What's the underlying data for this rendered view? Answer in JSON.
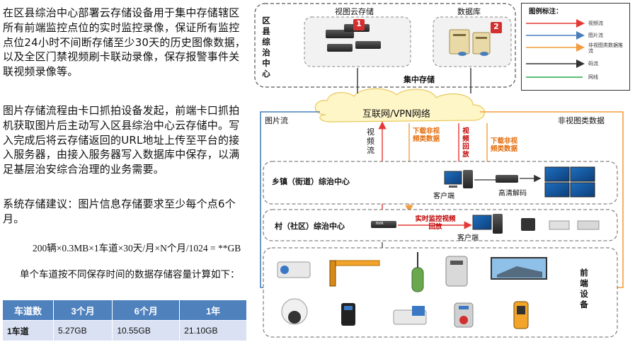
{
  "left_text": {
    "para1": "在区县综治中心部署云存储设备用于集中存储辖区所有前端监控点位的实时监控录像，保证所有监控点位24小时不间断存储至少30天的历史图像数据，以及全区门禁视频刷卡联动录像，保存报警事件关联视频录像等。",
    "para2": "图片存储流程由卡口抓拍设备发起，前端卡口抓拍机获取图片后主动写入区县综治中心云存储中。写入完成后将云存储返回的URL地址上传至平台的接入服务器，由接入服务器写入数据库中保存，以满足基层治安综合治理的业务需要。",
    "para3": "系统存储建议：图片信息存储要求至少每个点6个月。",
    "formula": "200辆×0.3MB×1车道×30天/月×N个月/1024 = **GB",
    "table_caption": "单个车道按不同保存时间的数据存储容量计算如下："
  },
  "storage_table": {
    "headers": [
      "车道数",
      "3个月",
      "6个月",
      "1年"
    ],
    "row": [
      "1车道",
      "5.27GB",
      "10.55GB",
      "21.10GB"
    ]
  },
  "diagram": {
    "district_center": "区县综治中心",
    "cloud_storage_label": "视图云存储",
    "database_label": "数据库",
    "badge1": "1",
    "badge2": "2",
    "central_storage": "集中存储",
    "network": "互联网/VPN网络",
    "image_stream": "图片流",
    "non_video_data": "非视图类数据",
    "video_stream": "视频流",
    "download_non_video_left": "下载非视频类数据",
    "video_playback": "视频回放",
    "download_non_video_right": "下载非视频类数据",
    "township_center": "乡镇（街道）综治中心",
    "client1": "客户端",
    "hd_decoder": "高清解码",
    "village_center": "村（社区）综治中心",
    "realtime_monitor": "实时监控视频回放",
    "client2": "客户端",
    "frontend_devices": "前端设备",
    "nvr_label": "NVR"
  },
  "legend": {
    "title": "图例标注：",
    "items": [
      {
        "label": "视频流",
        "color": "#e53935"
      },
      {
        "label": "图片流",
        "color": "#4a7ebb"
      },
      {
        "label": "非视图类数据推流",
        "color": "#f39c3d"
      },
      {
        "label": "码流",
        "color": "#333333"
      },
      {
        "label": "网线",
        "color": "#22a84a"
      }
    ]
  },
  "colors": {
    "table_header": "#4f81bd",
    "table_row": "#d9e1f2",
    "video_red": "#e53935",
    "image_blue": "#4a7ebb",
    "data_orange": "#f39c3d",
    "net_green": "#22a84a",
    "cloud_yellow": "#fff6c8"
  }
}
